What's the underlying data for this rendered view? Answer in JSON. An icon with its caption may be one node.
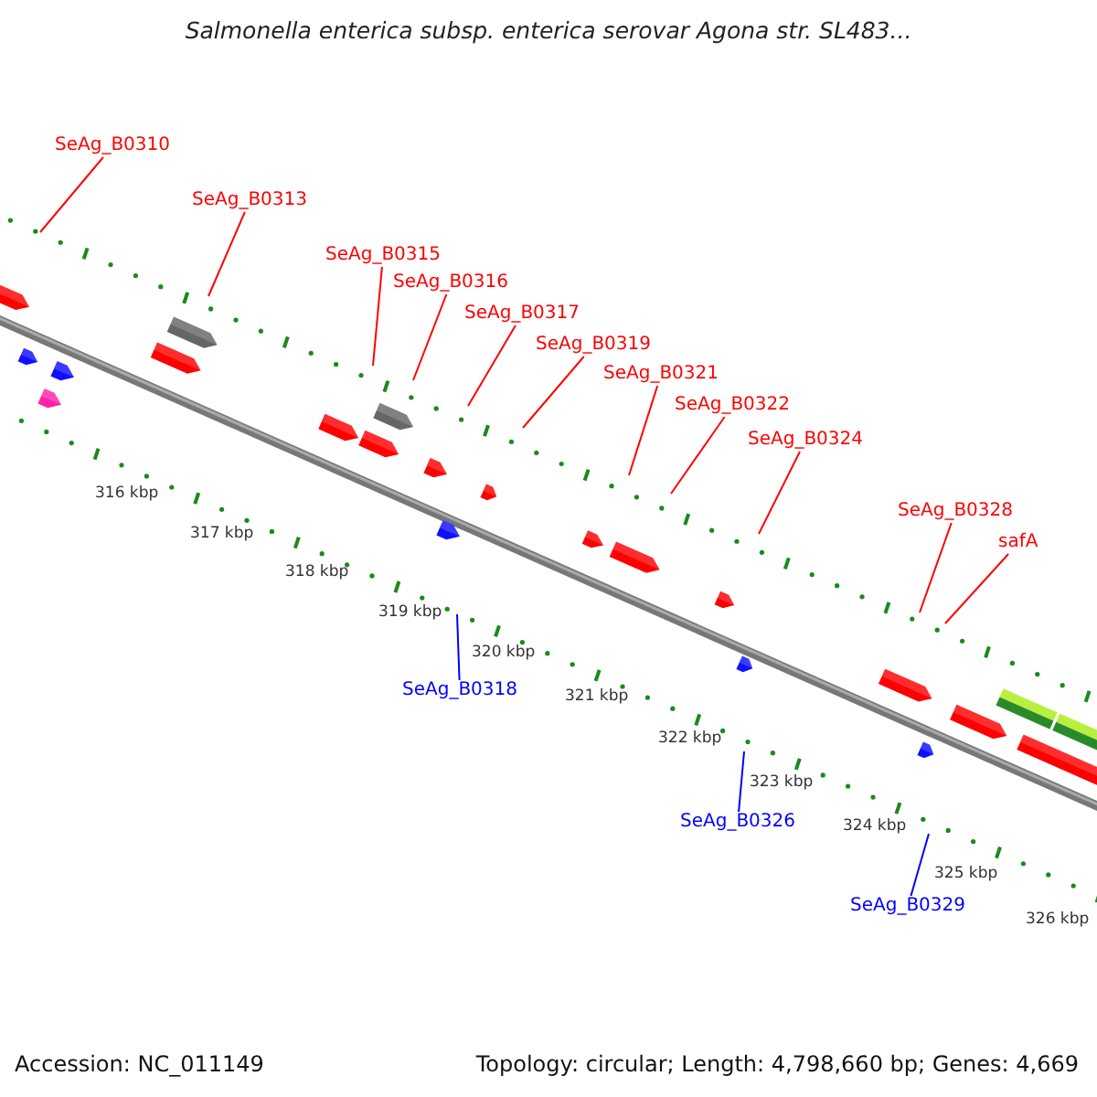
{
  "diagram": {
    "title": "Salmonella enterica subsp. enterica serovar Agona str. SL483...",
    "nodes": [
      {
        "text": [
          "SeAg_B0310"
        ]
      },
      {
        "text": [
          "SeAg_B0313"
        ]
      },
      {
        "text": [
          "SeAg_B0315"
        ]
      },
      {
        "text": [
          "SeAg_B0316"
        ]
      },
      {
        "text": [
          "SeAg_B0317"
        ]
      },
      {
        "text": [
          "SeAg_B0319"
        ]
      },
      {
        "text": [
          "SeAg_B0321"
        ]
      },
      {
        "text": [
          "SeAg_B0322"
        ]
      },
      {
        "text": [
          "SeAg_B0324"
        ]
      },
      {
        "text": [
          "SeAg_B0328"
        ]
      },
      {
        "text": [
          "safA"
        ]
      },
      {
        "text": [
          "SeAg_B0318"
        ]
      },
      {
        "text": [
          "SeAg_B0326"
        ]
      },
      {
        "text": [
          "SeAg_B0329"
        ]
      }
    ],
    "edges": [
      {
        "from": 0,
        "to": null,
        "arrow": "none"
      },
      {
        "from": 1,
        "to": null,
        "arrow": "none"
      },
      {
        "from": 2,
        "to": null,
        "arrow": "none"
      },
      {
        "from": 3,
        "to": null,
        "arrow": "none"
      },
      {
        "from": 4,
        "to": null,
        "arrow": "none"
      },
      {
        "from": 5,
        "to": null,
        "arrow": "none"
      },
      {
        "from": 6,
        "to": null,
        "arrow": "none"
      },
      {
        "from": 7,
        "to": null,
        "arrow": "none"
      },
      {
        "from": 8,
        "to": null,
        "arrow": "none"
      },
      {
        "from": 9,
        "to": null,
        "arrow": "none"
      },
      {
        "from": 10,
        "to": null,
        "arrow": "none"
      },
      {
        "from": 11,
        "to": null,
        "arrow": "none",
        "color": "#0000ff"
      },
      {
        "from": 12,
        "to": null,
        "arrow": "none",
        "color": "#0000ff"
      },
      {
        "from": 13,
        "to": null,
        "arrow": "none",
        "color": "#0000ff"
      }
    ],
    "labels": [
      "316 kbp",
      "317 kbp",
      "318 kbp",
      "319 kbp",
      "320 kbp",
      "321 kbp",
      "322 kbp",
      "323 kbp",
      "324 kbp",
      "325 kbp",
      "326 kbp",
      "Accession: NC_011149",
      "Topology: circular; Length: 4,798,660 bp; Genes: 4,669"
    ]
  }
}
